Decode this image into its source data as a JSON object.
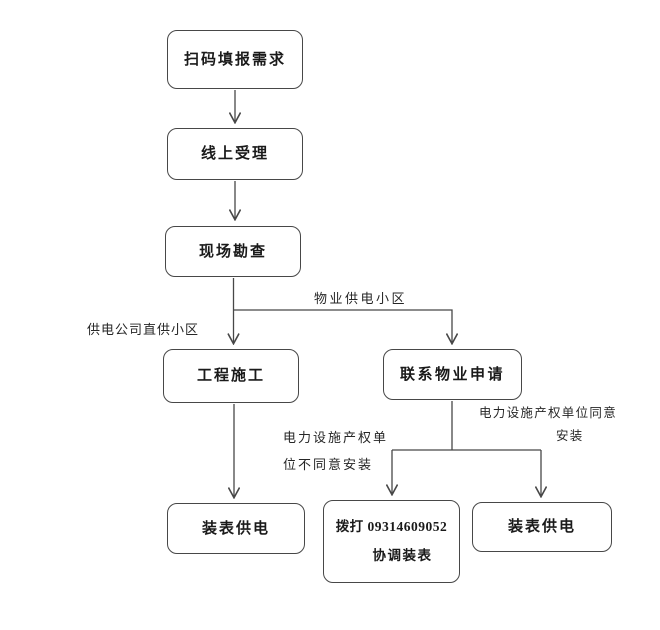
{
  "diagram": {
    "type": "flowchart",
    "nodes": {
      "scan": "扫码填报需求",
      "online": "线上受理",
      "survey": "现场勘查",
      "construction": "工程施工",
      "contact_property": "联系物业申请",
      "meter_left": "装表供电",
      "call_line1": "拨打 09314609052",
      "call_line2": "协调装表",
      "meter_right": "装表供电"
    },
    "edge_labels": {
      "direct_supply": "供电公司直供小区",
      "property_supply": "物业供电小区",
      "disagree_line1": "电力设施产权单",
      "disagree_line2": "位不同意安装",
      "agree_line1": "电力设施产权单位同意",
      "agree_line2": "安装"
    },
    "flow": [
      "扫码填报需求 → 线上受理 → 现场勘查",
      "现场勘查 →(供电公司直供小区) 工程施工 → 装表供电",
      "现场勘查 →(物业供电小区) 联系物业申请",
      "联系物业申请 →(电力设施产权单位不同意安装) 拨打 09314609052 协调装表",
      "联系物业申请 →(电力设施产权单位同意安装) 装表供电"
    ],
    "colors": {
      "background": "#ffffff",
      "line": "#474747",
      "text": "#1a1a1a",
      "box_border": "#474747"
    }
  }
}
